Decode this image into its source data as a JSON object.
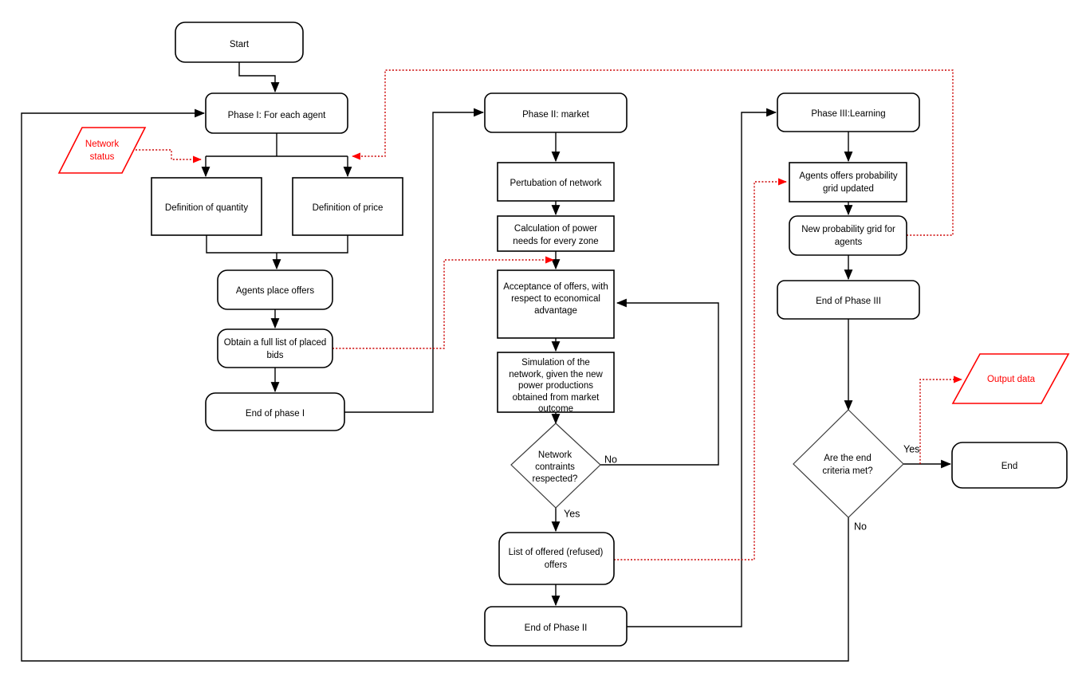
{
  "nodes": {
    "start": {
      "label": "Start"
    },
    "phase1": {
      "label": "Phase I: For each agent"
    },
    "network_status": {
      "lines": [
        "Network",
        "status"
      ]
    },
    "def_quantity": {
      "label": "Definition of quantity"
    },
    "def_price": {
      "label": "Definition of price"
    },
    "agents_place_offers": {
      "label": "Agents place offers"
    },
    "obtain_list": {
      "lines": [
        "Obtain a full list of placed",
        "bids"
      ]
    },
    "end_phase1": {
      "label": "End of phase I"
    },
    "phase2": {
      "label": "Phase II: market"
    },
    "pertubation": {
      "label": "Pertubation of network"
    },
    "calc_power": {
      "lines": [
        "Calculation of power",
        "needs for every zone"
      ]
    },
    "acceptance": {
      "lines": [
        "Acceptance of offers, with",
        "respect to economical",
        "advantage"
      ]
    },
    "simulation": {
      "lines": [
        "Simulation of the",
        "network, given the new",
        "power productions",
        "obtained from market",
        "outcome"
      ]
    },
    "network_constraints": {
      "lines": [
        "Network",
        "contraints",
        "respected?"
      ]
    },
    "list_offers": {
      "lines": [
        "List of offered (refused)",
        "offers"
      ]
    },
    "end_phase2": {
      "label": "End of Phase II"
    },
    "phase3": {
      "label": "Phase III:Learning"
    },
    "agents_grid": {
      "lines": [
        "Agents offers probability",
        "grid updated"
      ]
    },
    "new_grid": {
      "lines": [
        "New probability grid for",
        "agents"
      ]
    },
    "end_phase3": {
      "label": "End of Phase III"
    },
    "criteria": {
      "lines": [
        "Are the end",
        "criteria met?"
      ]
    },
    "end": {
      "label": "End"
    },
    "output_data": {
      "label": "Output data"
    }
  },
  "edge_labels": {
    "constraints_no": "No",
    "constraints_yes": "Yes",
    "criteria_yes": "Yes",
    "criteria_no": "No"
  },
  "colors": {
    "line": "#000000",
    "box_fill": "#ffffff",
    "box_stroke": "#000000",
    "io_red": "#ff0000",
    "dotted_red": "#cc0000"
  }
}
